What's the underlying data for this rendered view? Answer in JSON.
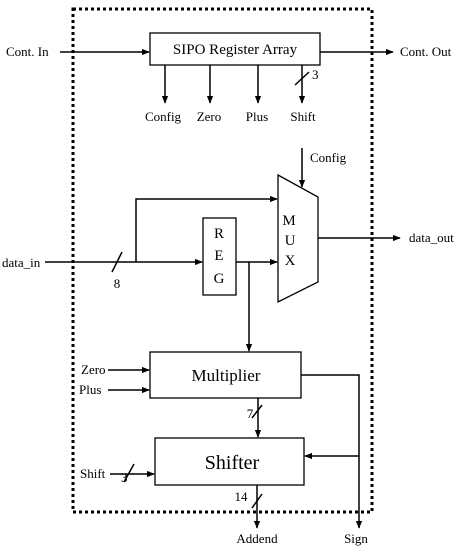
{
  "blocks": {
    "sipo": "SIPO Register Array",
    "reg": [
      "R",
      "E",
      "G"
    ],
    "mux": [
      "M",
      "U",
      "X"
    ],
    "multiplier": "Multiplier",
    "shifter": "Shifter"
  },
  "signals": {
    "cont_in": "Cont. In",
    "cont_out": "Cont. Out",
    "config_out": "Config",
    "zero_out": "Zero",
    "plus_out": "Plus",
    "shift_out": "Shift",
    "config_in": "Config",
    "data_in": "data_in",
    "data_out": "data_out",
    "zero_in": "Zero",
    "plus_in": "Plus",
    "shift_in": "Shift",
    "addend": "Addend",
    "sign": "Sign"
  },
  "bus_widths": {
    "shift_bus": "3",
    "data_in_bus": "8",
    "mult_to_shifter": "7",
    "shift_in_bus": "3",
    "addend_bus": "14"
  }
}
